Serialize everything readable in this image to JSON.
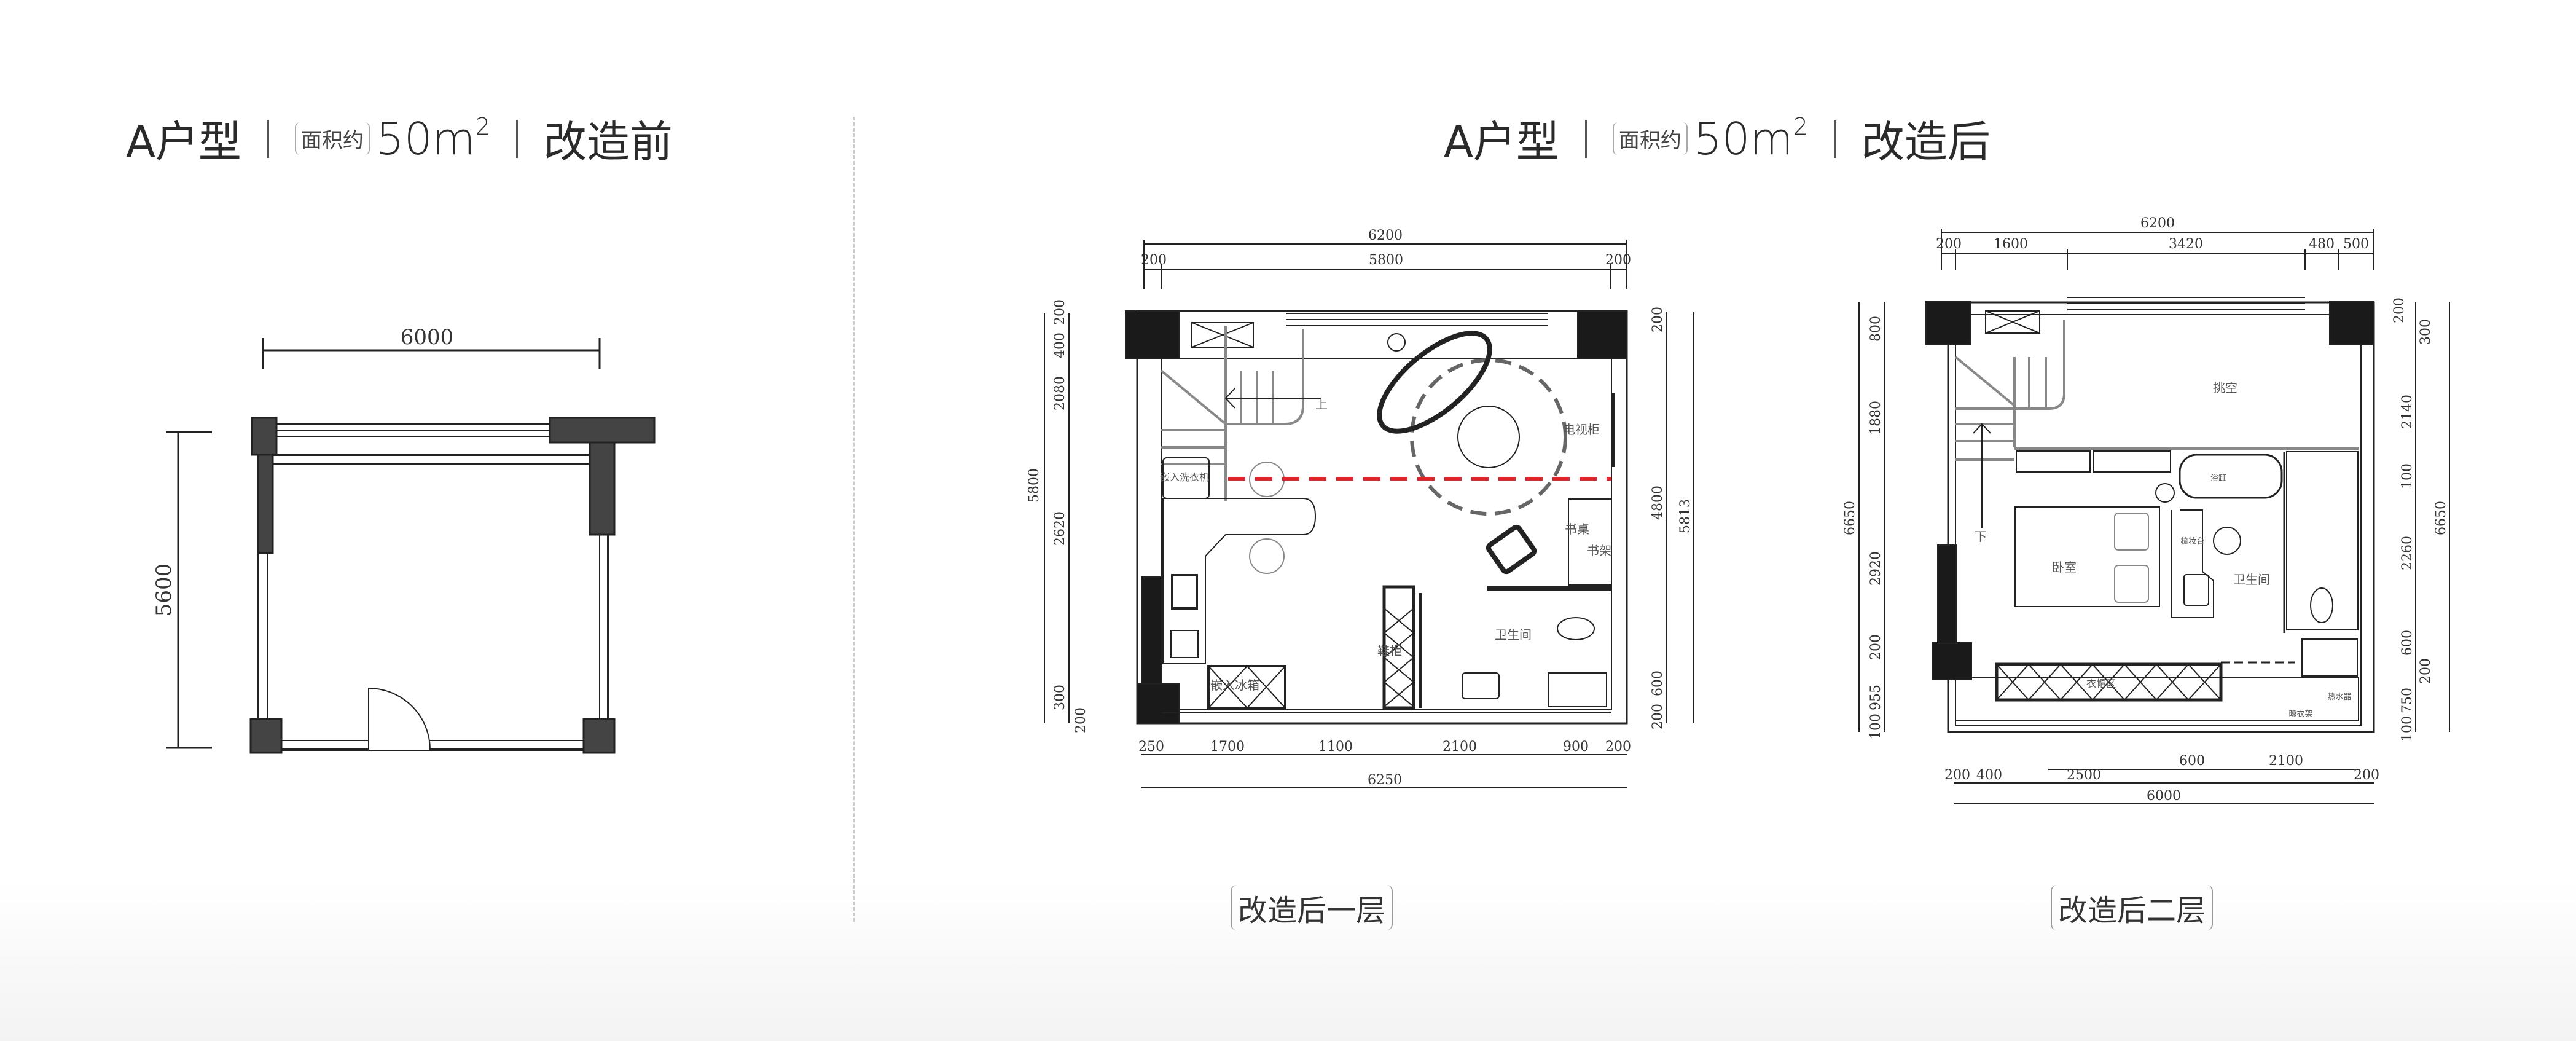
{
  "before": {
    "unit_type": "A户型",
    "area_label": "面积约",
    "area_value": "50m",
    "area_sup": "2",
    "stage": "改造前",
    "dims": {
      "width": "6000",
      "depth": "5600"
    }
  },
  "after": {
    "unit_type": "A户型",
    "area_label": "面积约",
    "area_value": "50m",
    "area_sup": "2",
    "stage": "改造后"
  },
  "floor1": {
    "caption": "改造后一层",
    "top_dims": [
      "6200",
      "200",
      "5800",
      "200"
    ],
    "bottom_dims": [
      "250",
      "1700",
      "1100",
      "2100",
      "900",
      "200",
      "6250"
    ],
    "left_dims": [
      "5800",
      "200",
      "400",
      "2080",
      "2620",
      "300",
      "200"
    ],
    "right_dims": [
      "200",
      "4800",
      "600",
      "200",
      "5813"
    ],
    "rooms": {
      "tv": "电视柜",
      "washer": "嵌入洗衣机",
      "desk": "书桌",
      "shelf": "书架",
      "bath": "卫生间",
      "fridge": "嵌入冰箱",
      "shoe": "鞋柜",
      "up": "上"
    }
  },
  "floor2": {
    "caption": "改造后二层",
    "top_dims": [
      "6200",
      "200",
      "1600",
      "3420",
      "480",
      "500"
    ],
    "bottom_dims": [
      "600",
      "2100",
      "200",
      "400",
      "2500",
      "200",
      "6000"
    ],
    "left_dims": [
      "6650",
      "800",
      "1880",
      "2920",
      "200",
      "955",
      "100"
    ],
    "right_dims": [
      "200",
      "300",
      "2140",
      "100",
      "2260",
      "600",
      "200",
      "750",
      "100",
      "6650"
    ],
    "rooms": {
      "void": "挑空",
      "bedroom": "卧室",
      "bath": "卫生间",
      "vanity": "梳妆台",
      "tub": "浴缸",
      "closet": "衣帽区",
      "heater": "热水器",
      "dryer": "晾衣架",
      "down": "下"
    }
  }
}
